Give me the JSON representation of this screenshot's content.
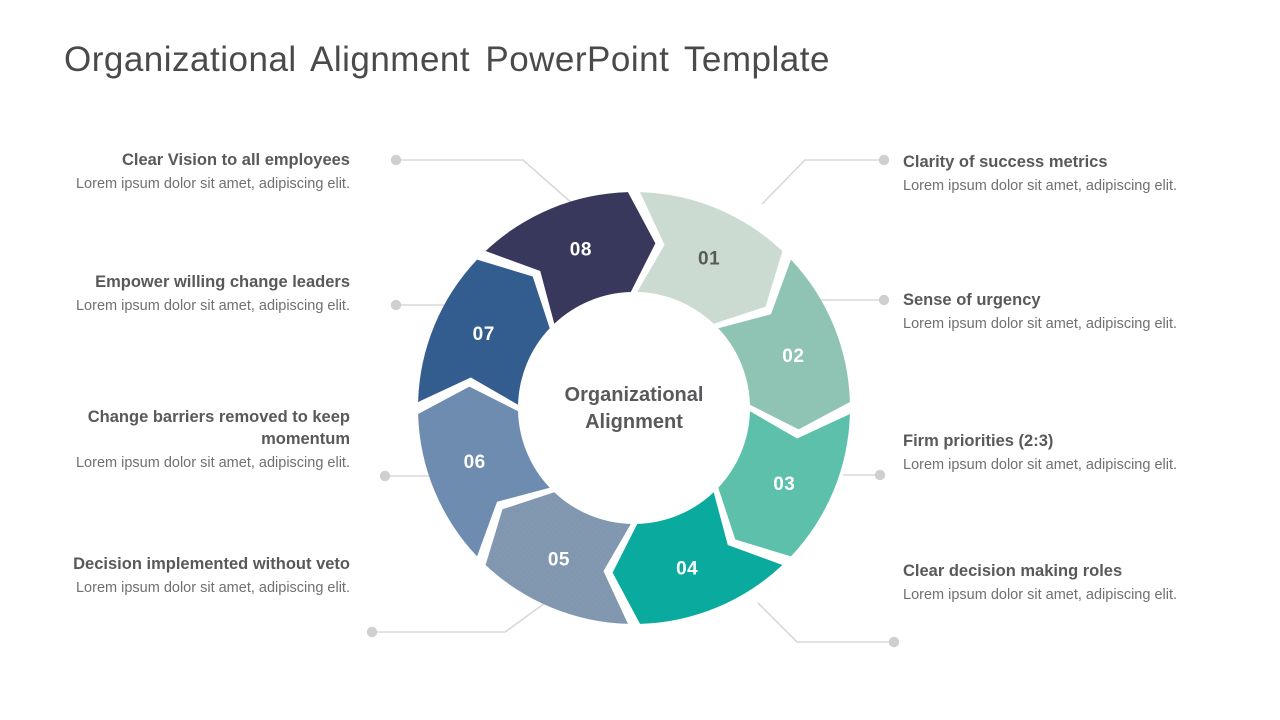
{
  "page": {
    "title": "Organizational  Alignment  PowerPoint  Template",
    "background": "#ffffff"
  },
  "diagram": {
    "type": "cycle-donut",
    "center_label_line1": "Organizational",
    "center_label_line2": "Alignment",
    "center_text_color": "#58595b",
    "connector_color": "#d8d8d8",
    "connector_dot_color": "#cfcfcf",
    "segment_count": 8,
    "segments": [
      {
        "number": "01",
        "color": "#ccdbd1",
        "label_color": "#58595b",
        "title": "Clear Vision to all employees",
        "body": "Lorem ipsum dolor sit amet, adipiscing elit.",
        "side": "left"
      },
      {
        "number": "02",
        "color": "#8fc4b4",
        "label_color": "#ffffff",
        "title": "Clarity of success metrics",
        "body": "Lorem ipsum dolor sit amet, adipiscing elit.",
        "side": "right"
      },
      {
        "number": "03",
        "color": "#5cc0ab",
        "label_color": "#ffffff",
        "title": "Sense of urgency",
        "body": "Lorem ipsum dolor sit amet, adipiscing elit.",
        "side": "right"
      },
      {
        "number": "04",
        "color": "#0aaa9e",
        "label_color": "#ffffff",
        "title": "Firm priorities (2:3)",
        "body": "Lorem ipsum dolor sit amet, adipiscing elit.",
        "side": "right"
      },
      {
        "number": "05",
        "color": "#8198b0",
        "label_color": "#ffffff",
        "title": "Clear decision making roles",
        "body": "Lorem ipsum dolor sit amet, adipiscing elit.",
        "side": "right"
      },
      {
        "number": "06",
        "color": "#6d8cb0",
        "label_color": "#ffffff",
        "title": "Decision implemented without veto",
        "body": "Lorem ipsum dolor sit amet, adipiscing elit.",
        "side": "left"
      },
      {
        "number": "07",
        "color": "#345d8f",
        "label_color": "#ffffff",
        "title": "Change barriers removed to keep momentum",
        "body": "Lorem ipsum dolor sit amet, adipiscing elit.",
        "side": "left"
      },
      {
        "number": "08",
        "color": "#38385c",
        "label_color": "#ffffff",
        "title": "Empower willing change leaders",
        "body": "Lorem ipsum dolor sit amet, adipiscing elit.",
        "side": "left"
      }
    ]
  }
}
